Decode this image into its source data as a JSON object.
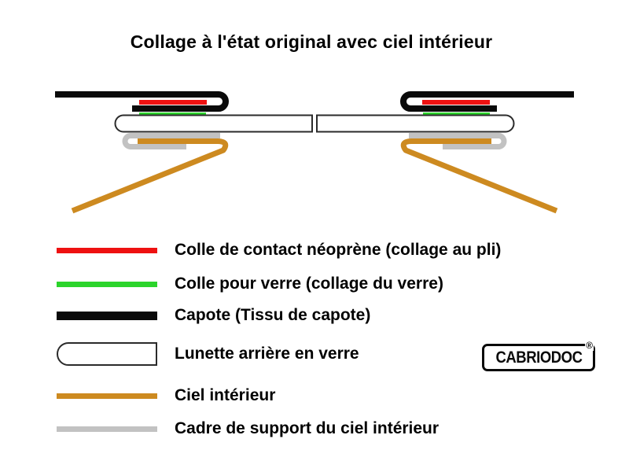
{
  "title": "Collage à l'état original avec ciel intérieur",
  "colors": {
    "capote": "#0a0a0a",
    "neoprene_glue": "#ee1111",
    "glass_glue": "#2bd42b",
    "glass_border": "#2b2b2b",
    "glass_fill": "#ffffff",
    "headliner": "#cd8a20",
    "support_frame": "#c2c2c2"
  },
  "legend": {
    "items": [
      {
        "key": "neoprene-glue",
        "label": "Colle de contact néoprène (collage au pli)"
      },
      {
        "key": "glass-glue",
        "label": "Colle pour verre (collage du verre)"
      },
      {
        "key": "capote",
        "label": "Capote (Tissu de capote)"
      },
      {
        "key": "rear-window",
        "label": "Lunette arrière en verre"
      },
      {
        "key": "headliner",
        "label": "Ciel intérieur"
      },
      {
        "key": "support-frame",
        "label": "Cadre de support du ciel intérieur"
      }
    ]
  },
  "logo": {
    "text": "CABRIODOC",
    "registered_mark": "®"
  }
}
